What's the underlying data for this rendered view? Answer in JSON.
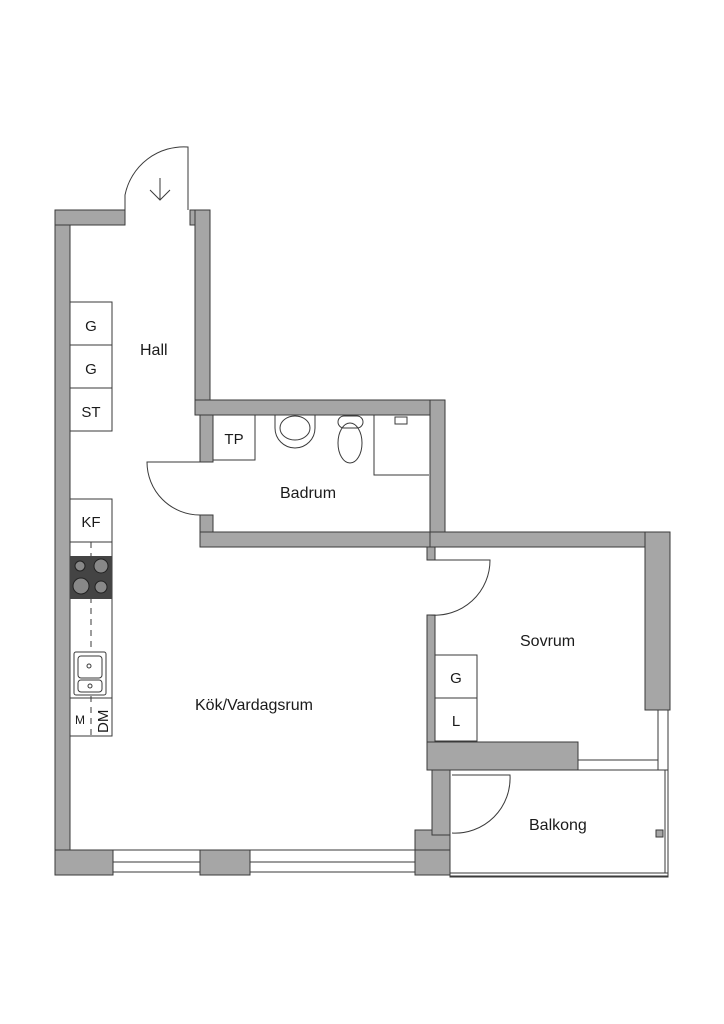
{
  "rooms": {
    "hall": "Hall",
    "bathroom": "Badrum",
    "kitchen_living": "Kök/Vardagsrum",
    "bedroom": "Sovrum",
    "balcony": "Balkong"
  },
  "fixtures": {
    "hall_wardrobe_1": "G",
    "hall_wardrobe_2": "G",
    "hall_cleaning_closet": "ST",
    "bath_tp": "TP",
    "fridge_freezer": "KF",
    "microwave": "M",
    "dishwasher": "DM",
    "bedroom_wardrobe": "G",
    "bedroom_linen": "L"
  },
  "colors": {
    "wall": "#a6a6a6",
    "line": "#3a3a3a"
  }
}
